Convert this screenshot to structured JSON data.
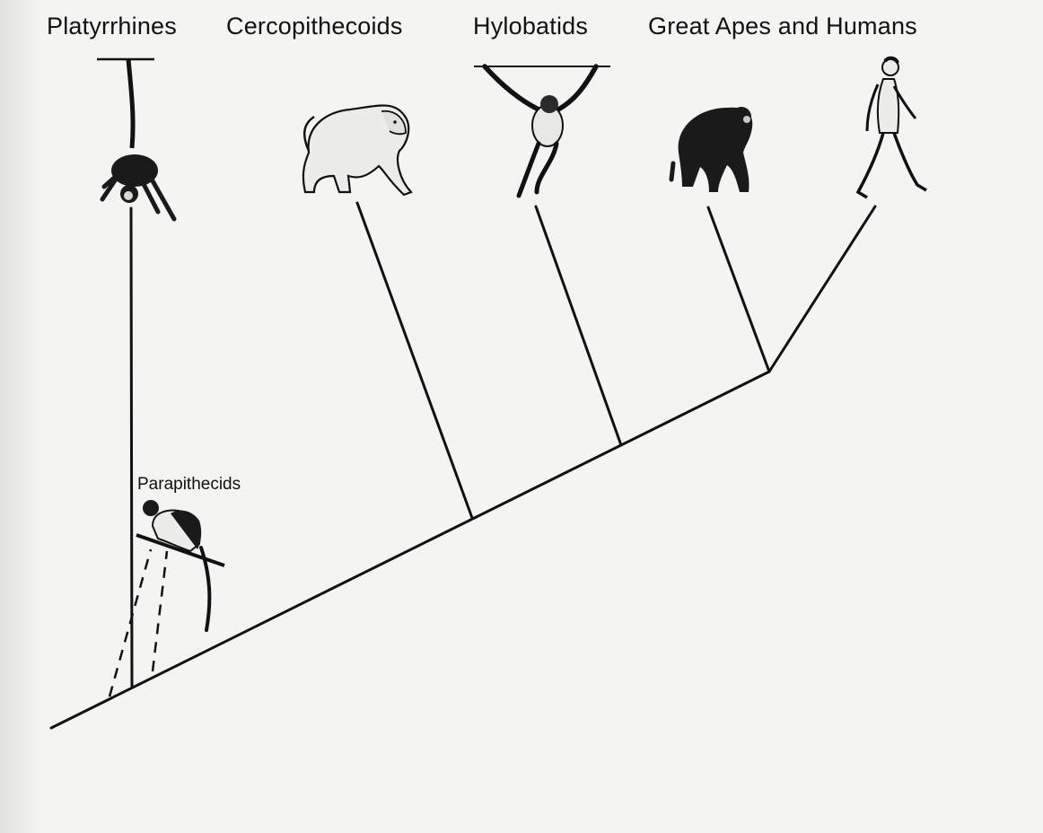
{
  "diagram": {
    "groups": [
      {
        "id": "platyrrhines",
        "label": "Platyrrhines",
        "illustration": "spider-monkey-hanging"
      },
      {
        "id": "cercopithecoids",
        "label": "Cercopithecoids",
        "illustration": "baboon-walking"
      },
      {
        "id": "hylobatids",
        "label": "Hylobatids",
        "illustration": "gibbon-hanging"
      },
      {
        "id": "great-apes",
        "label": "Great Apes and Humans",
        "illustrations": [
          "chimpanzee-knuckle-walking",
          "human-walking"
        ]
      }
    ],
    "extinct_group": {
      "id": "parapithecids",
      "label": "Parapithecids",
      "illustration": "monkey-on-branch",
      "line_style": "dashed"
    },
    "colors": {
      "ink": "#111111",
      "paper": "#f4f4f2"
    }
  }
}
